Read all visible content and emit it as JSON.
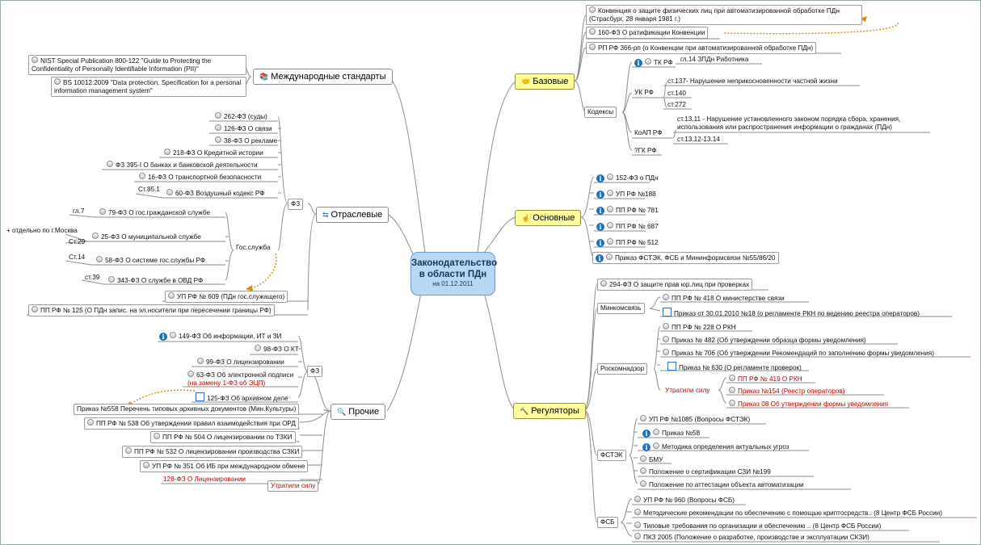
{
  "central": {
    "title_l1": "Законодательство",
    "title_l2": "в области ПДн",
    "date": "на 01.12.2011"
  },
  "bazovye": {
    "label": "Базовые",
    "icon": "handshake-icon",
    "konv": "Конвенция о защите физических лиц при автоматизированной обработке ПДн (Страсбург, 28 января 1981 г.)",
    "fz160": "160-ФЗ О ратификации Конвенции",
    "rp366": "РП РФ 366-рп (о Конвенции при автоматизированной обработке ПДн)",
    "kodeksy": "Кодексы",
    "tk": "ТК РФ",
    "gl14": "гл.14 ЗПДн Работника",
    "uk": "УК РФ",
    "st137": "ст.137- Нарушение неприкосновенности частной жизни",
    "st140": "ст.140",
    "st272": "ст.272",
    "koap": "КоАП РФ",
    "st1311": "ст.13.11 - Нарушение установленного законом порядка сбора, хранения, использования или распространения информации о гражданах (ПДн)",
    "st1312": "ст.13.12-13.14",
    "gk": "?ГК РФ"
  },
  "osnovnye": {
    "label": "Основные",
    "icon": "finger-icon",
    "items": [
      "152-ФЗ о ПДн",
      "УП РФ №188",
      "ПП РФ № 781",
      "ПП РФ № 687",
      "ПП РФ № 512",
      "Приказ ФСТЭК, ФСБ и Мининформсвязи №55/86/20"
    ]
  },
  "regulatory": {
    "label": "Регуляторы",
    "icon": "gavel-icon",
    "fz294": "294-ФЗ О защите прав юр.лиц при проверках",
    "minkom": "Минкомсвязь",
    "pp418": "ПП РФ № 418 О министерстве связи",
    "prik18": "Приказ от 30.01.2010 №18 (о регламенте РКН по ведению реестра операторов)",
    "rkn": "Роскомнадзор",
    "pp228": "ПП РФ № 228 О РКН",
    "pr482": "Приказ № 482 (Об утверждении образца формы уведомления)",
    "pr706": "Приказ № 706 (Об утверждении Рекомендаций по заполнению формы уведомления)",
    "pr630": "Приказ № 630 (О регламенте проверок)",
    "utratili": "Утратили силу",
    "pp419": "ПП РФ № 419 О РКН",
    "pr154": "Приказ №154 (Реестр операторов)",
    "pr08": "Приказ 08 Об утверждении формы уведомления",
    "fstek": "ФСТЭК",
    "up1085": "УП РФ №1085 (Вопросы ФСТЭК)",
    "pr58": "Приказ №58",
    "metod": "Методика определения актуальных угроз",
    "bmu": "БМУ",
    "polsert": "Положение о сертификации СЗИ №199",
    "polatt": "Положение по аттестации объекта автоматизации",
    "fsb": "ФСБ",
    "up960": "УП РФ № 960 (Вопросы ФСБ)",
    "metrek": "Методические рекомендации по обеспечению с помощью криптосредств.. (8 Центр ФСБ России)",
    "tiptreb": "Типовые требования по организации и обеспечению .. (8 Центр ФСБ России)",
    "pkz": "ПКЗ 2005 (Положение о разработке, производстве и эксплуатации СКЗИ)"
  },
  "intl": {
    "label": "Международные стандарты",
    "icon": "books-icon",
    "nist": "NIST Special Publication 800-122 \"Guide to Protecting the Confidentiality of Personally Identifiable Information (PII)\"",
    "bs": "BS 10012:2009 \"Data protection. Specification for a personal information management system\""
  },
  "otrasl": {
    "label": "Отраслевые",
    "icon": "link-icon",
    "fz": "ФЗ",
    "items": [
      "262-ФЗ (суды)",
      "126-ФЗ О связи",
      "38-ФЗ О рекламе",
      "218-ФЗ О Кредитной истории",
      "ФЗ 395-I О банках и банковской деятельности",
      "16-ФЗ О транспортной безопасности"
    ],
    "st851": "Ст.85.1",
    "fz60": "60-ФЗ Воздушный кодекс РФ",
    "gossl": "Гос.служба",
    "gl7": "гл.7",
    "fz79": "79-ФЗ О гос.гражданской службе",
    "otdelno": "+ отдельно по г.Москва",
    "st29": "Ст.29",
    "fz25": "25-ФЗ О муниципальной службе",
    "st14": "Ст.14",
    "fz58": "58-ФЗ О системе гос.службы РФ",
    "st39": "ст.39",
    "fz343": "343-ФЗ О службе в ОВД РФ",
    "up609": "УП РФ № 609 (ПДн гос.служащего)",
    "pp125": "ПП РФ № 125 (О ПДн запис. на эл.носители при пересечении границы РФ)"
  },
  "prochie": {
    "label": "Прочие",
    "icon": "magnifier-icon",
    "fz": "ФЗ",
    "fz149": "149-ФЗ Об информации, ИТ и ЗИ",
    "fz98": "98-ФЗ О КТ",
    "fz99": "99-ФЗ О лицензировании",
    "fz63": "63-ФЗ Об электронной подписи",
    "fz63note": "(на замену 1-ФЗ об ЭЦП)",
    "fz125": "125-ФЗ Об архивном деле",
    "pr558": "Приказ №558 Перечень типовых архивных документов (Мин.Культуры)",
    "pp538": "ПП РФ № 538 Об утверждении правил взаимодействия при ОРД",
    "pp504": "ПП РФ № 504 О лицензировании по ТЗКИ",
    "pp532": "ПП РФ № 532 О лицензировании производства СЗКИ",
    "up351": "УП РФ № 351 Об ИБ при международном обмене",
    "fz128": "128-ФЗ О Лицензировании",
    "utratili": "Утратили силу"
  },
  "colors": {
    "central": "#b7d7f3",
    "yellow": "#ffff9a",
    "lines": "#8e8e8e",
    "arrow": "#e08a00",
    "red": "#c00000"
  }
}
